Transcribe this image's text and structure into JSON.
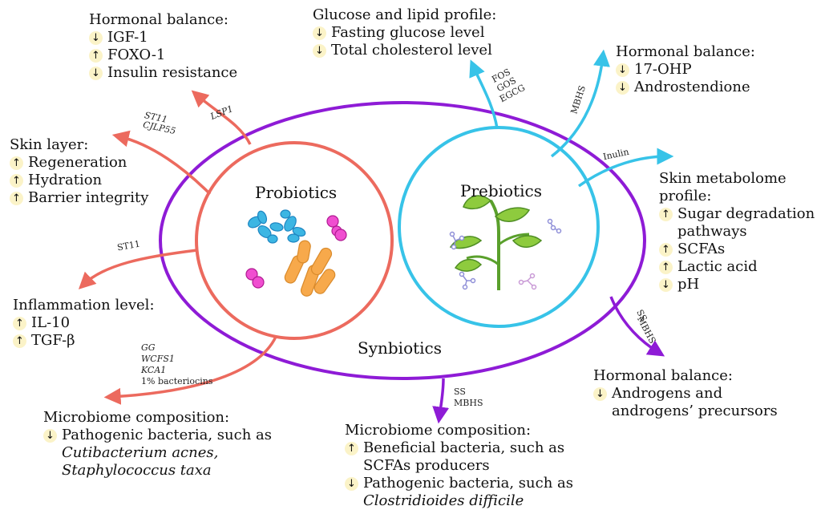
{
  "colors": {
    "probiotics": "#ec6a5e",
    "prebiotics": "#37c3e8",
    "synbiotics": "#8e1bd6",
    "badge_bg": "#fbf3c8"
  },
  "centers": {
    "probiotics": "Probiotics",
    "prebiotics": "Prebiotics",
    "synbiotics": "Synbiotics"
  },
  "arrow_labels": {
    "lsp1": "LSP1",
    "st11_cjlp55": [
      "ST11",
      "CJLP55"
    ],
    "st11": "ST11",
    "gg_group": [
      "GG",
      "WCFS1",
      "KCA1",
      "1% bacteriocins"
    ],
    "fos_group": [
      "FOS",
      "GOS",
      "EGCG"
    ],
    "mbhs": "MBHS",
    "inulin": "Inulin",
    "ss_mbhs_right": [
      "SS",
      "MBHS"
    ],
    "ss_mbhs_bottom": [
      "SS",
      "MBHS"
    ]
  },
  "boxes": {
    "hormonal_left": {
      "title": "Hormonal balance:",
      "items": [
        {
          "arrow": "↓",
          "text": "IGF-1"
        },
        {
          "arrow": "↑",
          "text": "FOXO-1"
        },
        {
          "arrow": "↓",
          "text": "Insulin resistance"
        }
      ]
    },
    "skin_layer": {
      "title": "Skin layer:",
      "items": [
        {
          "arrow": "↑",
          "text": "Regeneration"
        },
        {
          "arrow": "↑",
          "text": "Hydration"
        },
        {
          "arrow": "↑",
          "text": "Barrier integrity"
        }
      ]
    },
    "inflammation": {
      "title": "Inflammation level:",
      "items": [
        {
          "arrow": "↑",
          "text": "IL-10"
        },
        {
          "arrow": "↑",
          "text": "TGF-β"
        }
      ]
    },
    "microbiome_left": {
      "title": "Microbiome composition:",
      "items": [
        {
          "arrow": "↓",
          "text": "Pathogenic bacteria, such as",
          "lines_italic": [
            "Cutibacterium acnes,",
            "Staphylococcus taxa"
          ]
        }
      ]
    },
    "glucose": {
      "title": "Glucose and lipid profile:",
      "items": [
        {
          "arrow": "↓",
          "text": "Fasting glucose level"
        },
        {
          "arrow": "↓",
          "text": "Total cholesterol level"
        }
      ]
    },
    "hormonal_right": {
      "title": "Hormonal balance:",
      "items": [
        {
          "arrow": "↓",
          "text": "17-OHP"
        },
        {
          "arrow": "↓",
          "text": "Androstendione"
        }
      ]
    },
    "skin_metabolome": {
      "title": "Skin metabolome",
      "title2": "profile:",
      "items": [
        {
          "arrow": "↑",
          "text": "Sugar degradation",
          "text2": "pathways"
        },
        {
          "arrow": "↑",
          "text": "SCFAs"
        },
        {
          "arrow": "↑",
          "text": "Lactic acid"
        },
        {
          "arrow": "↓",
          "text": "pH"
        }
      ]
    },
    "hormonal_bottom_right": {
      "title": "Hormonal balance:",
      "items": [
        {
          "arrow": "↓",
          "text": "Androgens and",
          "text2": "androgens’ precursors"
        }
      ]
    },
    "microbiome_bottom": {
      "title": "Microbiome composition:",
      "items": [
        {
          "arrow": "↑",
          "text": "Beneficial bacteria, such as",
          "text2": "SCFAs producers"
        },
        {
          "arrow": "↓",
          "text": "Pathogenic bacteria, such as",
          "italic2": "Clostridioides difficile"
        }
      ]
    }
  }
}
